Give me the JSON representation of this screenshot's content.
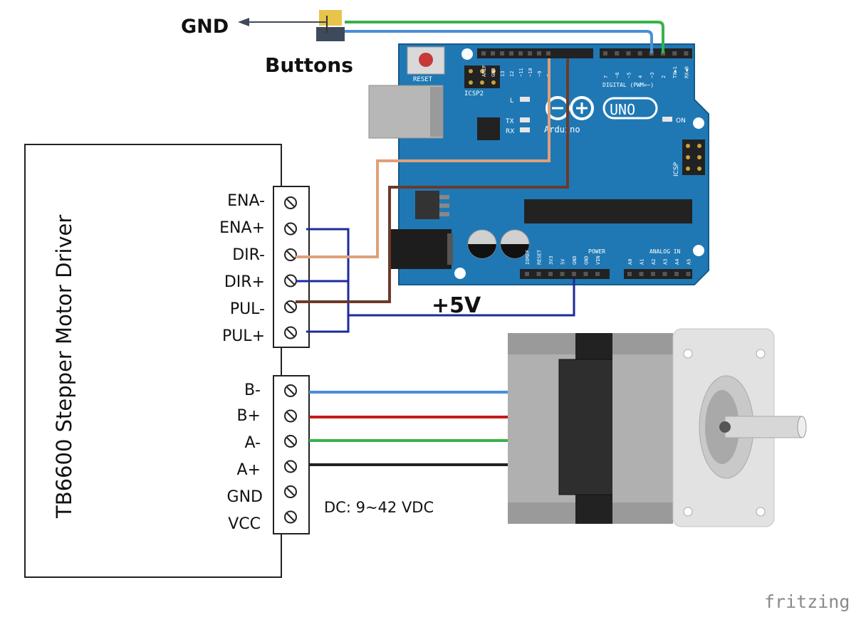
{
  "top": {
    "gnd_label": "GND",
    "buttons_label": "Buttons",
    "plus5v_label": "+5V"
  },
  "driver": {
    "title": "TB6600 Stepper Motor Driver",
    "control_pins": [
      "ENA-",
      "ENA+",
      "DIR-",
      "DIR+",
      "PUL-",
      "PUL+"
    ],
    "power_pins": [
      "B-",
      "B+",
      "A-",
      "A+",
      "GND",
      "VCC"
    ],
    "dc_label": "DC: 9~42 VDC"
  },
  "arduino": {
    "reset_label": "RESET",
    "icsp2_label": "ICSP2",
    "icsp_label": "ICSP",
    "l_label": "L",
    "tx_label": "TX",
    "rx_label": "RX",
    "on_label": "ON",
    "digital_label": "DIGITAL (PWM=~)",
    "brand_label": "Arduino",
    "model_label": "UNO",
    "power_label": "POWER",
    "analog_label": "ANALOG IN",
    "digital_pins": [
      "AREF",
      "GND",
      "13",
      "12",
      "~11",
      "~10",
      "~9",
      "8",
      "7",
      "~6",
      "~5",
      "4",
      "~3",
      "2",
      "TX▶1",
      "RX◀0"
    ],
    "power_pins": [
      "IOREF",
      "RESET",
      "3V3",
      "5V",
      "GND",
      "GND",
      "VIN"
    ],
    "analog_pins": [
      "A0",
      "A1",
      "A2",
      "A3",
      "A4",
      "A5"
    ]
  },
  "wire_colors": {
    "blue_signal": "#1c2a9c",
    "peach": "#e0a07a",
    "brown": "#6b3a2a",
    "coil_blue": "#4a8fd6",
    "coil_red": "#c41a1a",
    "coil_green": "#38b24a",
    "coil_black": "#222222"
  },
  "footer": {
    "brand": "fritzing"
  }
}
